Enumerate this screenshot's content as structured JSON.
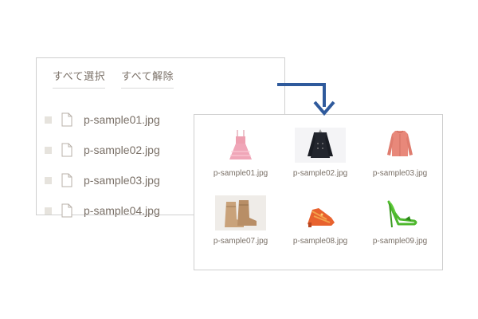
{
  "toolbar": {
    "select_all": "すべて選択",
    "deselect_all": "すべて解除"
  },
  "files": [
    {
      "name": "p-sample01.jpg"
    },
    {
      "name": "p-sample02.jpg"
    },
    {
      "name": "p-sample03.jpg"
    },
    {
      "name": "p-sample04.jpg"
    }
  ],
  "thumbnails": [
    {
      "label": "p-sample01.jpg",
      "depicts": "pink-dress"
    },
    {
      "label": "p-sample02.jpg",
      "depicts": "black-coat"
    },
    {
      "label": "p-sample03.jpg",
      "depicts": "pink-cardigan"
    },
    {
      "label": "p-sample07.jpg",
      "depicts": "tan-boots"
    },
    {
      "label": "p-sample08.jpg",
      "depicts": "orange-sandals"
    },
    {
      "label": "p-sample09.jpg",
      "depicts": "green-heels"
    }
  ],
  "colors": {
    "arrow": "#2f5a9c",
    "text": "#7a7067",
    "border": "#cfcfcf"
  }
}
